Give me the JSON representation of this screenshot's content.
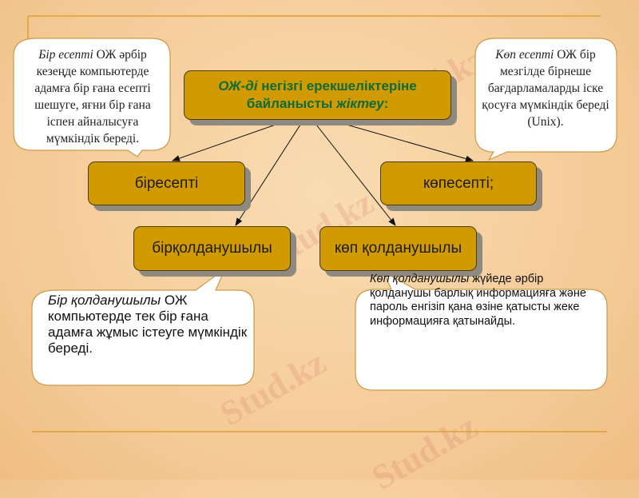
{
  "title": {
    "italic": "ОЖ-ді",
    "rest_line1": " негізгі ерекшеліктеріне",
    "line2_plain": "байланысты ",
    "line2_italic": "жіктеу",
    "line2_end": ":"
  },
  "nodes": {
    "single_task": "біресепті",
    "multi_task": "көпесепті;",
    "single_user": "бірқолданушылы",
    "multi_user": "көп қолданушылы"
  },
  "callouts": {
    "single_task": {
      "italic": "Бір есепті",
      "text": " ОЖ әрбір кезеңде компьютерде адамға бір ғана есепті шешуге, яғни бір ғана іспен айналысуға мүмкіндік береді."
    },
    "multi_task": {
      "italic": "Көп есепті",
      "text": " ОЖ бір мезгілде бірнеше бағдарламаларды іске қосуға мүмкіндік береді (Unix)."
    },
    "single_user": {
      "italic": "Бір қолданушылы",
      "text": " ОЖ компьютерде тек бір ғана адамға жұмыс істеуге мүмкіндік береді."
    },
    "multi_user": {
      "italic": "Көп қолданушылы",
      "text": " жүйеде әрбір қолданушы барлық информацияға және пароль енгізіп қана өзіне қатысты жеке информацияға қатынайды."
    }
  },
  "watermark": "Stud.kz",
  "colors": {
    "box_fill": "#d09a00",
    "title_text": "#0e6b3b",
    "rule": "#e0a030",
    "background": "#f4c994"
  }
}
